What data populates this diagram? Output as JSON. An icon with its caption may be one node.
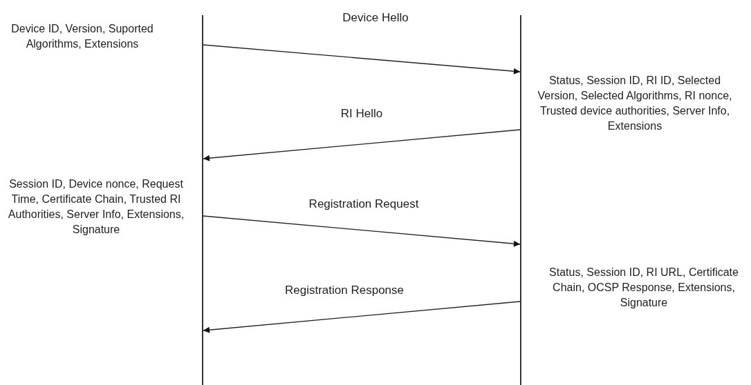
{
  "diagram": {
    "nodes": [
      {
        "text": [],
        "shape": "bar"
      },
      {
        "text": [],
        "shape": "bar"
      }
    ],
    "edges": [
      {
        "from": 0,
        "to": 1,
        "arrow": "to",
        "label": "Device Hello"
      },
      {
        "from": 1,
        "to": 0,
        "arrow": "to",
        "label": "RI Hello"
      },
      {
        "from": 0,
        "to": 1,
        "arrow": "to",
        "label": "Registration Request"
      },
      {
        "from": 1,
        "to": 0,
        "arrow": "to",
        "label": "Registration Response"
      }
    ],
    "labels": [
      "Device ID, Version, Suported Algorithms, Extensions",
      "Status, Session ID, RI ID, Selected Version, Selected Algorithms, RI nonce, Trusted device authorities, Server Info, Extensions",
      "Session ID, Device nonce, Request Time, Certificate Chain, Trusted RI Authorities, Server Info, Extensions, Signature",
      "Status, Session ID, RI URL, Certificate Chain, OCSP Response, Extensions, Signature"
    ]
  }
}
